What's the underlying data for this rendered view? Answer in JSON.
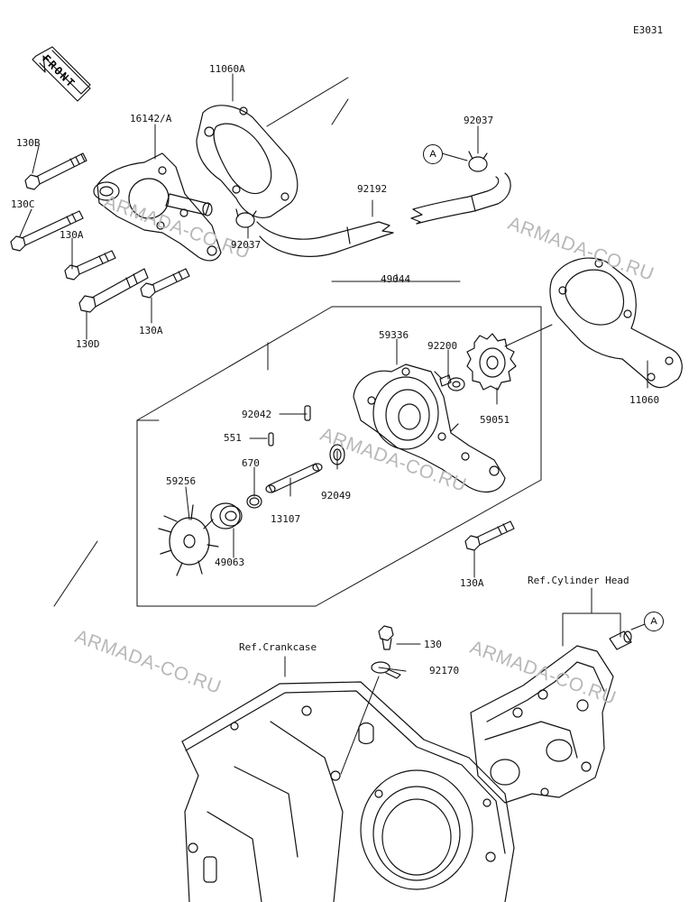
{
  "diagram_id": "E3031",
  "front_label": "FRONT",
  "watermark": "ARMADA-CO.RU",
  "callout": "A",
  "refs": {
    "cylinder_head": "Ref.Cylinder Head",
    "crankcase": "Ref.Crankcase"
  },
  "parts": {
    "p11060A": "11060A",
    "p16142A": "16142/A",
    "p130B": "130B",
    "p130C": "130C",
    "p130A_1": "130A",
    "p130D": "130D",
    "p130A_2": "130A",
    "p92037_1": "92037",
    "p92037_2": "92037",
    "p92192": "92192",
    "p49044": "49044",
    "p59336": "59336",
    "p92200": "92200",
    "p59051": "59051",
    "p11060": "11060",
    "p92042": "92042",
    "p551": "551",
    "p670": "670",
    "p59256": "59256",
    "p92049": "92049",
    "p13107": "13107",
    "p49063": "49063",
    "p130A_3": "130A",
    "p130": "130",
    "p92170": "92170"
  }
}
